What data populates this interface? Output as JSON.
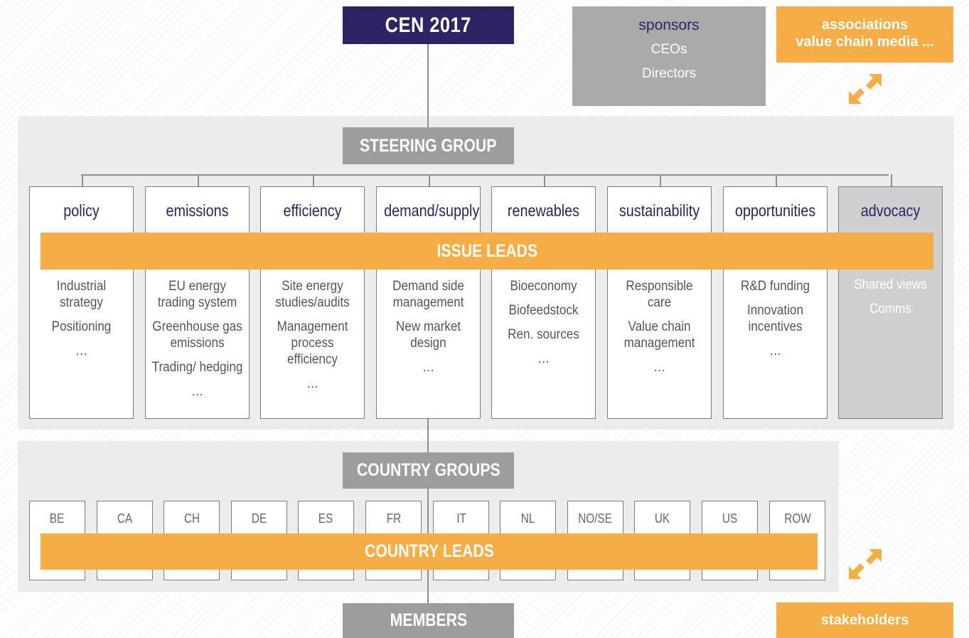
{
  "top": {
    "title": "CEN 2017",
    "sponsors": {
      "items": [
        "sponsors",
        "CEOs",
        "Directors"
      ]
    },
    "associations": {
      "line1": "associations",
      "line2": "value chain media ..."
    }
  },
  "steering": {
    "title": "STEERING GROUP",
    "band": "ISSUE LEADS",
    "issues": [
      {
        "title": "policy",
        "items": [
          "Industrial strategy",
          "Positioning",
          "…"
        ]
      },
      {
        "title": "emissions",
        "items": [
          "EU energy trading system",
          "Greenhouse gas emissions",
          "Trading/ hedging",
          "…"
        ]
      },
      {
        "title": "efficiency",
        "items": [
          "Site energy studies/audits",
          "Management process efficiency",
          "…"
        ]
      },
      {
        "title": "demand/supply",
        "items": [
          "Demand side management",
          "New market design",
          "…"
        ]
      },
      {
        "title": "renewables",
        "items": [
          "Bioeconomy",
          "Biofeedstock",
          "Ren. sources",
          "…"
        ]
      },
      {
        "title": "sustainability",
        "items": [
          "Responsible care",
          "Value chain management",
          "…"
        ]
      },
      {
        "title": "opportunities",
        "items": [
          "R&D funding",
          "Innovation incentives",
          "…"
        ]
      },
      {
        "title": "advocacy",
        "items": [
          "Shared views",
          "Comms"
        ]
      }
    ]
  },
  "country": {
    "title": "COUNTRY GROUPS",
    "band": "COUNTRY LEADS",
    "codes": [
      "BE",
      "CA",
      "CH",
      "DE",
      "ES",
      "FR",
      "IT",
      "NL",
      "NO/SE",
      "UK",
      "US",
      "ROW"
    ]
  },
  "members": {
    "title": "MEMBERS"
  },
  "stakeholders": {
    "label": "stakeholders"
  },
  "colors": {
    "purple": "#2e2463",
    "orange": "#f7ad45",
    "grey": "#9d9d9d"
  }
}
